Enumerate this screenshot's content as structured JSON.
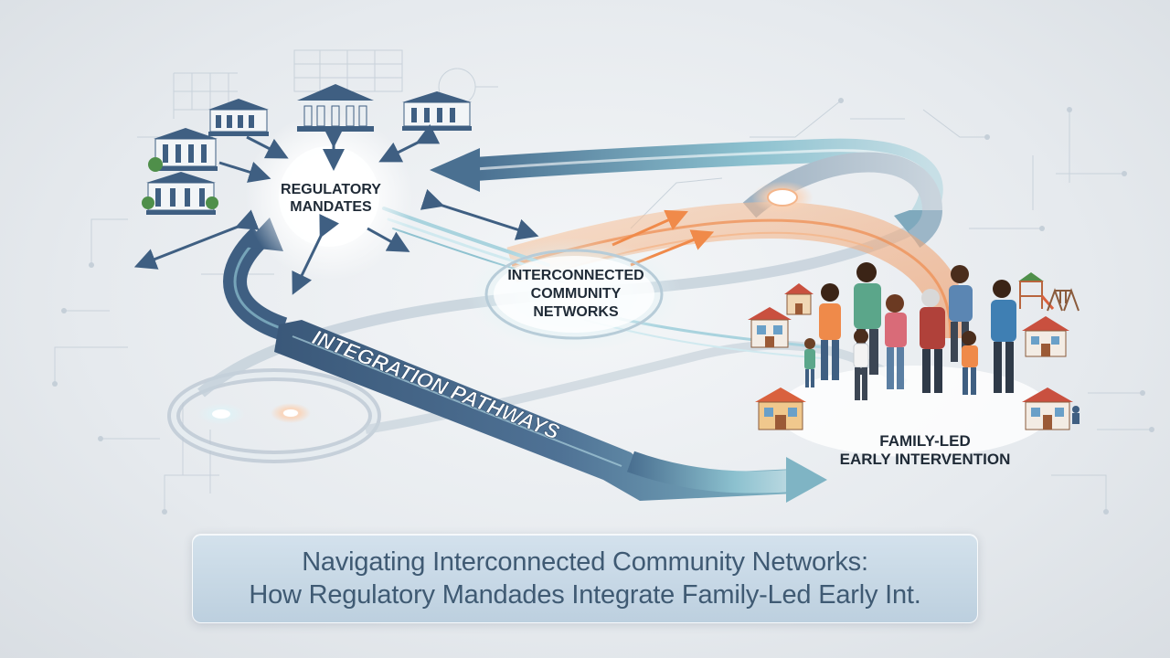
{
  "nodes": {
    "regulatory_line1": "REGULATORY",
    "regulatory_line2": "MANDATES",
    "community_line1": "INTERCONNECTED",
    "community_line2": "COMMUNITY",
    "community_line3": "NETWORKS",
    "family_line1": "FAMILY-LED",
    "family_line2": "EARLY INTERVENTION"
  },
  "pathway_label": "INTEGRATION PATHWAYS",
  "caption": {
    "line1": "Navigating Interconnected Community Networks:",
    "line2": "How Regulatory Mandades Integrate Family-Led Early Int."
  },
  "colors": {
    "navy": "#3f5f82",
    "teal": "#7fb4c4",
    "orange": "#f09a5f",
    "caption_text": "#3f5a73"
  },
  "icons": [
    "government-building-icon",
    "house-icon",
    "family-group-icon",
    "playground-icon",
    "swing-set-icon",
    "tree-icon"
  ]
}
